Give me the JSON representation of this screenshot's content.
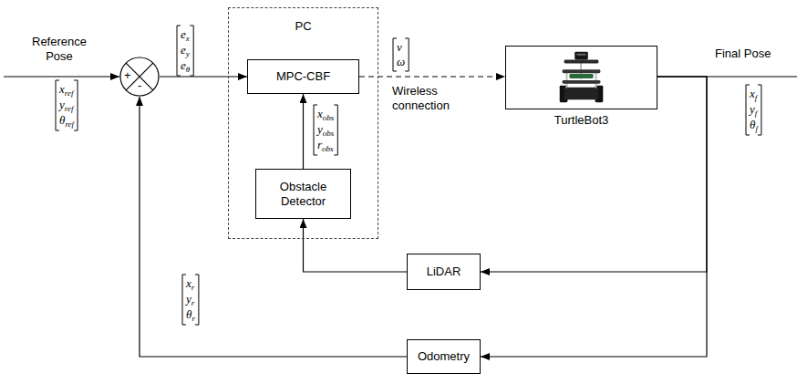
{
  "diagram": {
    "nodes": [
      {
        "text": [
          "+",
          "-"
        ]
      },
      {
        "text": [
          "PC"
        ]
      },
      {
        "text": [
          "MPC-CBF"
        ],
        "in": 1
      },
      {
        "text": [
          "Obstacle Detector"
        ],
        "in": 1
      },
      {
        "text": [
          "TurtleBot3"
        ]
      },
      {
        "text": [
          "LiDAR"
        ]
      },
      {
        "text": [
          "Odometry"
        ]
      }
    ],
    "edges": [
      {
        "from": 0,
        "to": 2,
        "arrow": "to"
      },
      {
        "from": 3,
        "to": 2,
        "arrow": "to"
      },
      {
        "from": 2,
        "to": 4,
        "label": "Wireless connection",
        "arrow": "to"
      },
      {
        "from": 4,
        "to": 5,
        "arrow": "to"
      },
      {
        "from": 4,
        "to": 6,
        "arrow": "to"
      },
      {
        "from": 5,
        "to": 3,
        "arrow": "to"
      },
      {
        "from": 6,
        "to": 0,
        "arrow": "to"
      }
    ],
    "labels": [
      "Reference Pose",
      "Final Pose",
      "x",
      "ref",
      "y",
      "ref",
      "θ",
      "ref",
      "e",
      "x",
      "e",
      "y",
      "e",
      "θ",
      "x",
      "obs",
      "y",
      "obs",
      "r",
      "obs",
      "v",
      "ω",
      "x",
      "f",
      "y",
      "f",
      "θ",
      "f",
      "x",
      "r",
      "y",
      "r",
      "θ",
      "r"
    ]
  }
}
